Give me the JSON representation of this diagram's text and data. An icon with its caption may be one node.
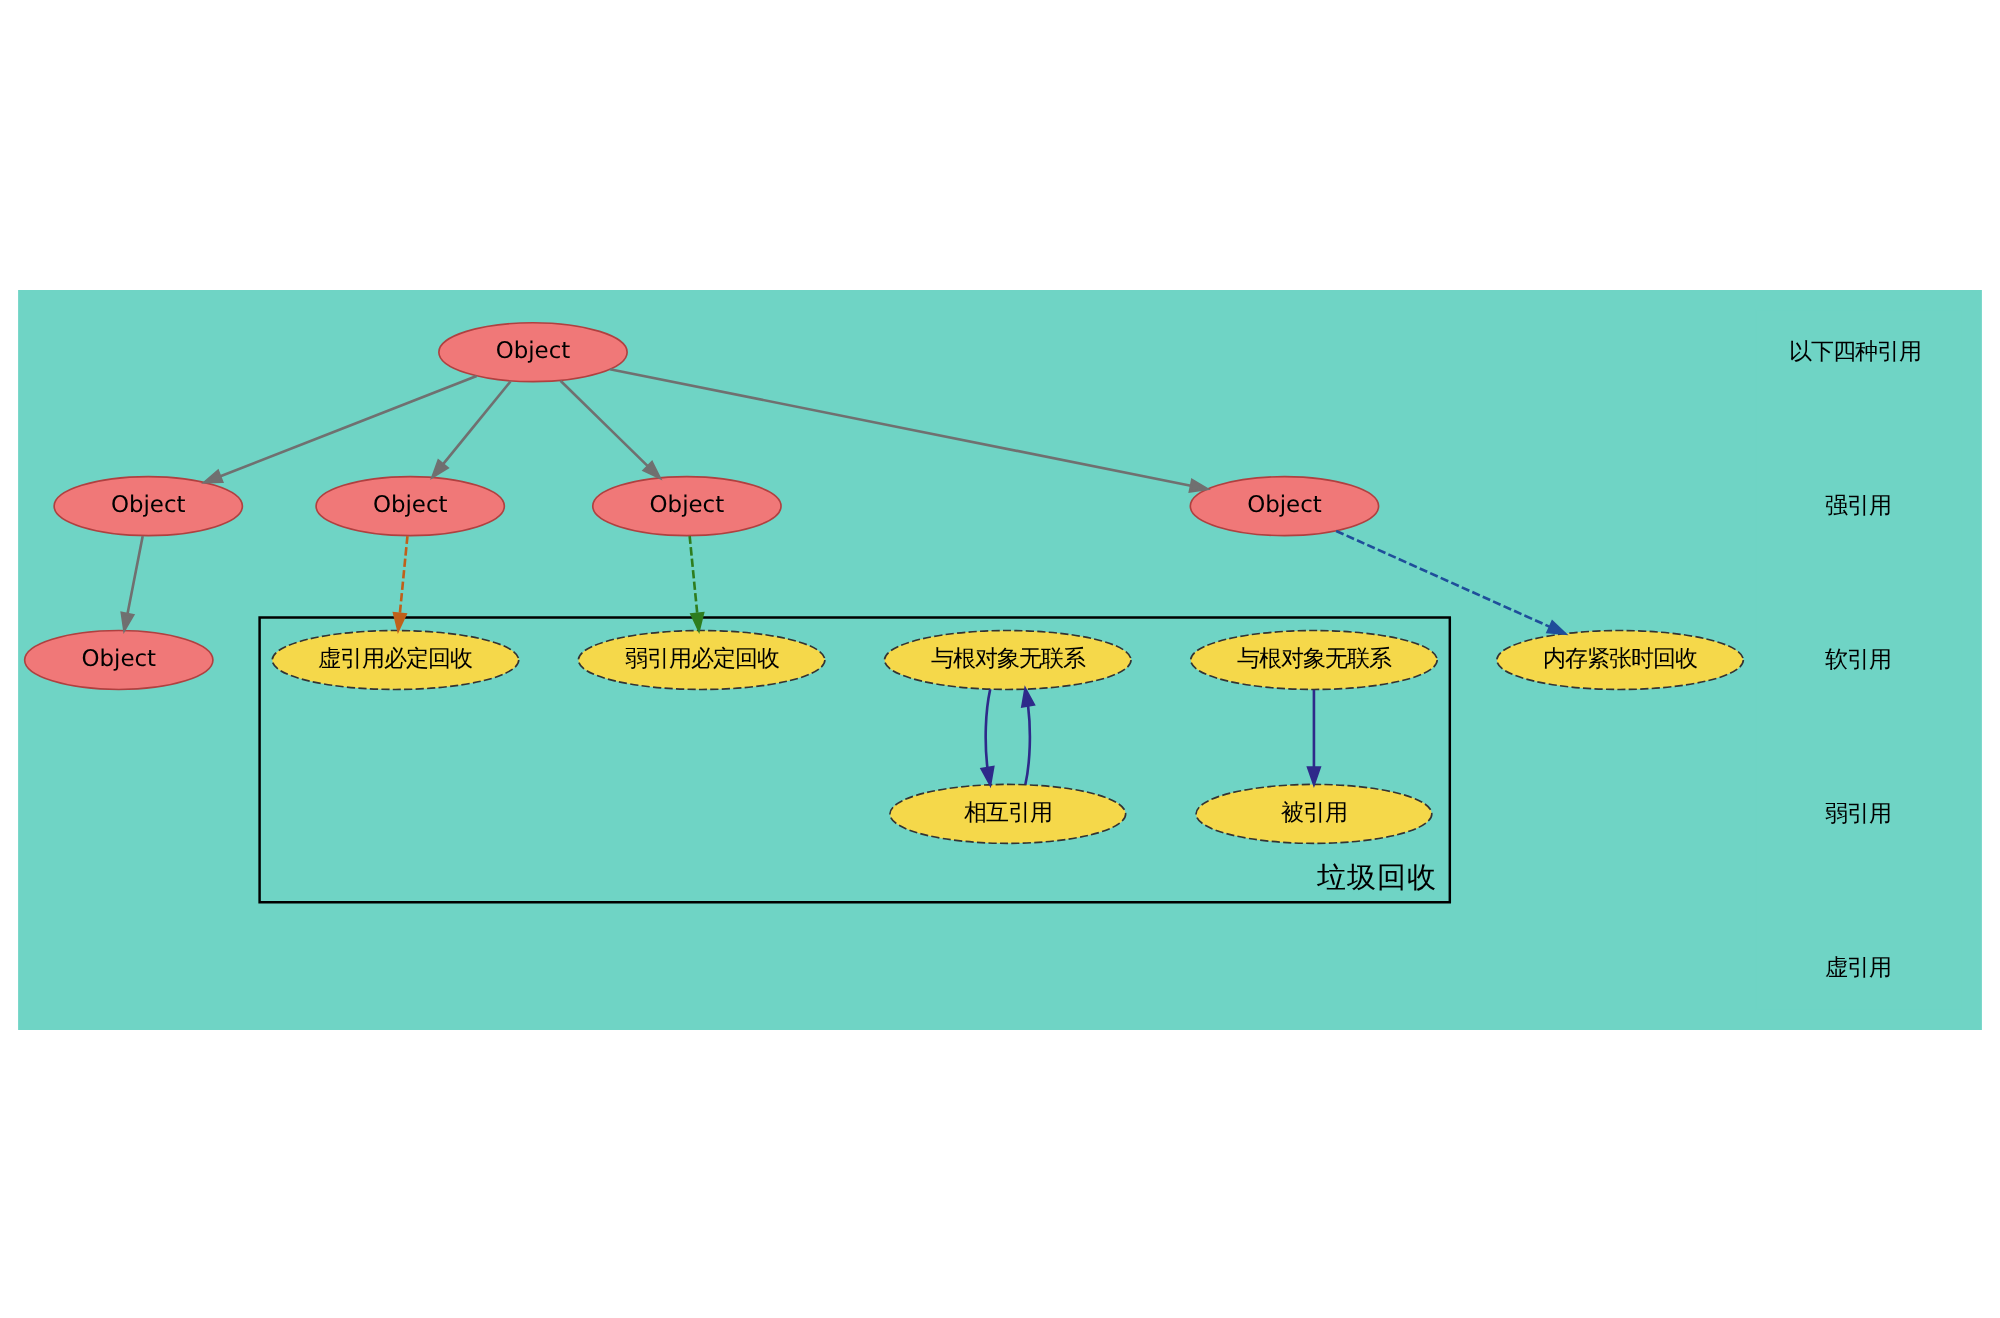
{
  "diagram": {
    "nodes": [
      {
        "text": [
          "Object"
        ]
      },
      {
        "text": [
          "Object"
        ]
      },
      {
        "text": [
          "Object"
        ]
      },
      {
        "text": [
          "Object"
        ]
      },
      {
        "text": [
          "Object"
        ]
      },
      {
        "text": [
          "Object"
        ]
      },
      {
        "text": [
          "垃圾回收"
        ]
      },
      {
        "text": [
          "内存紧张时回收"
        ]
      },
      {
        "text": [
          "与根对象无联系"
        ],
        "in": 6
      },
      {
        "text": [
          "被引用"
        ],
        "in": 6
      },
      {
        "text": [
          "与根对象无联系"
        ],
        "in": 6
      },
      {
        "text": [
          "相互引用"
        ],
        "in": 6
      },
      {
        "text": [
          "虚引用必定回收"
        ],
        "in": 6
      },
      {
        "text": [
          "弱引用必定回收"
        ],
        "in": 6
      }
    ],
    "edges": [
      {
        "from": 0,
        "to": 1,
        "arrow": "to"
      },
      {
        "from": 0,
        "to": 2,
        "arrow": "to"
      },
      {
        "from": 0,
        "to": 3,
        "arrow": "to"
      },
      {
        "from": 0,
        "to": 4,
        "arrow": "to"
      },
      {
        "from": 1,
        "to": 5,
        "arrow": "to"
      },
      {
        "from": 2,
        "to": 12,
        "arrow": "to",
        "style": "dashed",
        "color": "#c0601a"
      },
      {
        "from": 3,
        "to": 7,
        "arrow": "to",
        "style": "dashed",
        "color": "#1f4e9a"
      },
      {
        "from": 4,
        "to": 13,
        "arrow": "to",
        "style": "dashed",
        "color": "#2e7d1e"
      },
      {
        "from": 8,
        "to": 9,
        "arrow": "to",
        "color": "#2e2a8a"
      },
      {
        "from": 10,
        "to": 11,
        "arrow": "to",
        "color": "#2e2a8a"
      },
      {
        "from": 11,
        "to": 10,
        "arrow": "to",
        "color": "#2e2a8a"
      }
    ],
    "legend": [
      {
        "text": "以下四种引用"
      },
      {
        "text": "强引用"
      },
      {
        "text": "软引用"
      },
      {
        "text": "弱引用"
      },
      {
        "text": "虚引用"
      }
    ]
  }
}
